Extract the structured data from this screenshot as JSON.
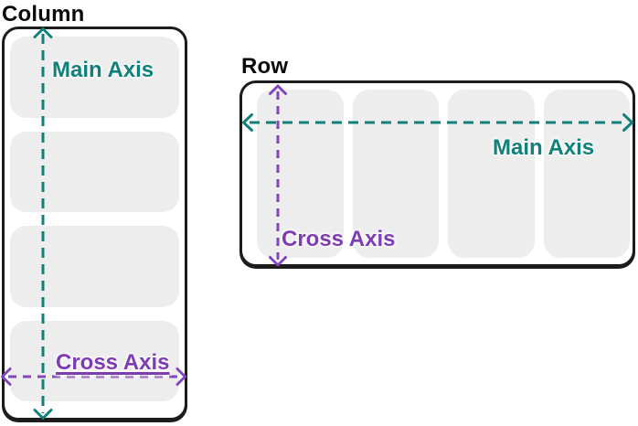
{
  "colors": {
    "teal": "#10807B",
    "purple_text": "#7D3CB2",
    "purple_line": "#8245BC",
    "item_fill": "#EDEDED",
    "container_border": "#1C1C1C",
    "title_text": "#0A0A0A",
    "background": "#FFFFFF"
  },
  "column_diagram": {
    "title": "Column",
    "main_axis_label": "Main Axis",
    "cross_axis_label": "Cross Axis",
    "item_count": 4,
    "main_axis_direction": "vertical",
    "cross_axis_direction": "horizontal"
  },
  "row_diagram": {
    "title": "Row",
    "main_axis_label": "Main Axis",
    "cross_axis_label": "Cross Axis",
    "item_count": 4,
    "main_axis_direction": "horizontal",
    "cross_axis_direction": "vertical"
  }
}
